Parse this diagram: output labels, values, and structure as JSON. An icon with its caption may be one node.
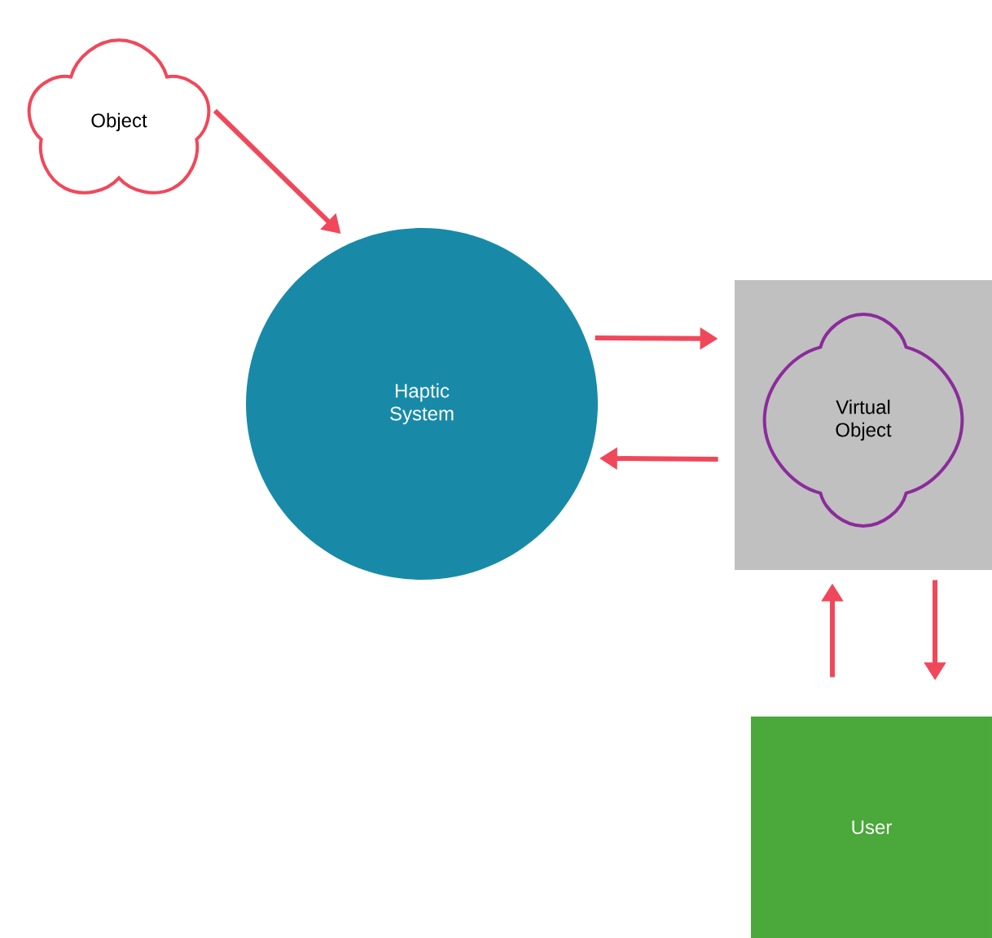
{
  "diagram": {
    "nodes": [
      {
        "text": [
          "Object"
        ]
      },
      {
        "text": [
          "Haptic System"
        ]
      },
      {
        "text": [],
        "shape": "box"
      },
      {
        "text": [
          "Virtual Object"
        ],
        "in": 2
      },
      {
        "text": [
          "User"
        ]
      }
    ],
    "edges": [
      {
        "from": 0,
        "to": 1,
        "arrow": "to"
      },
      {
        "from": 1,
        "to": 2,
        "arrow": "to"
      },
      {
        "from": 2,
        "to": 1,
        "arrow": "to"
      },
      {
        "from": 4,
        "to": 2,
        "arrow": "to"
      },
      {
        "from": 2,
        "to": 4,
        "arrow": "to"
      }
    ]
  }
}
